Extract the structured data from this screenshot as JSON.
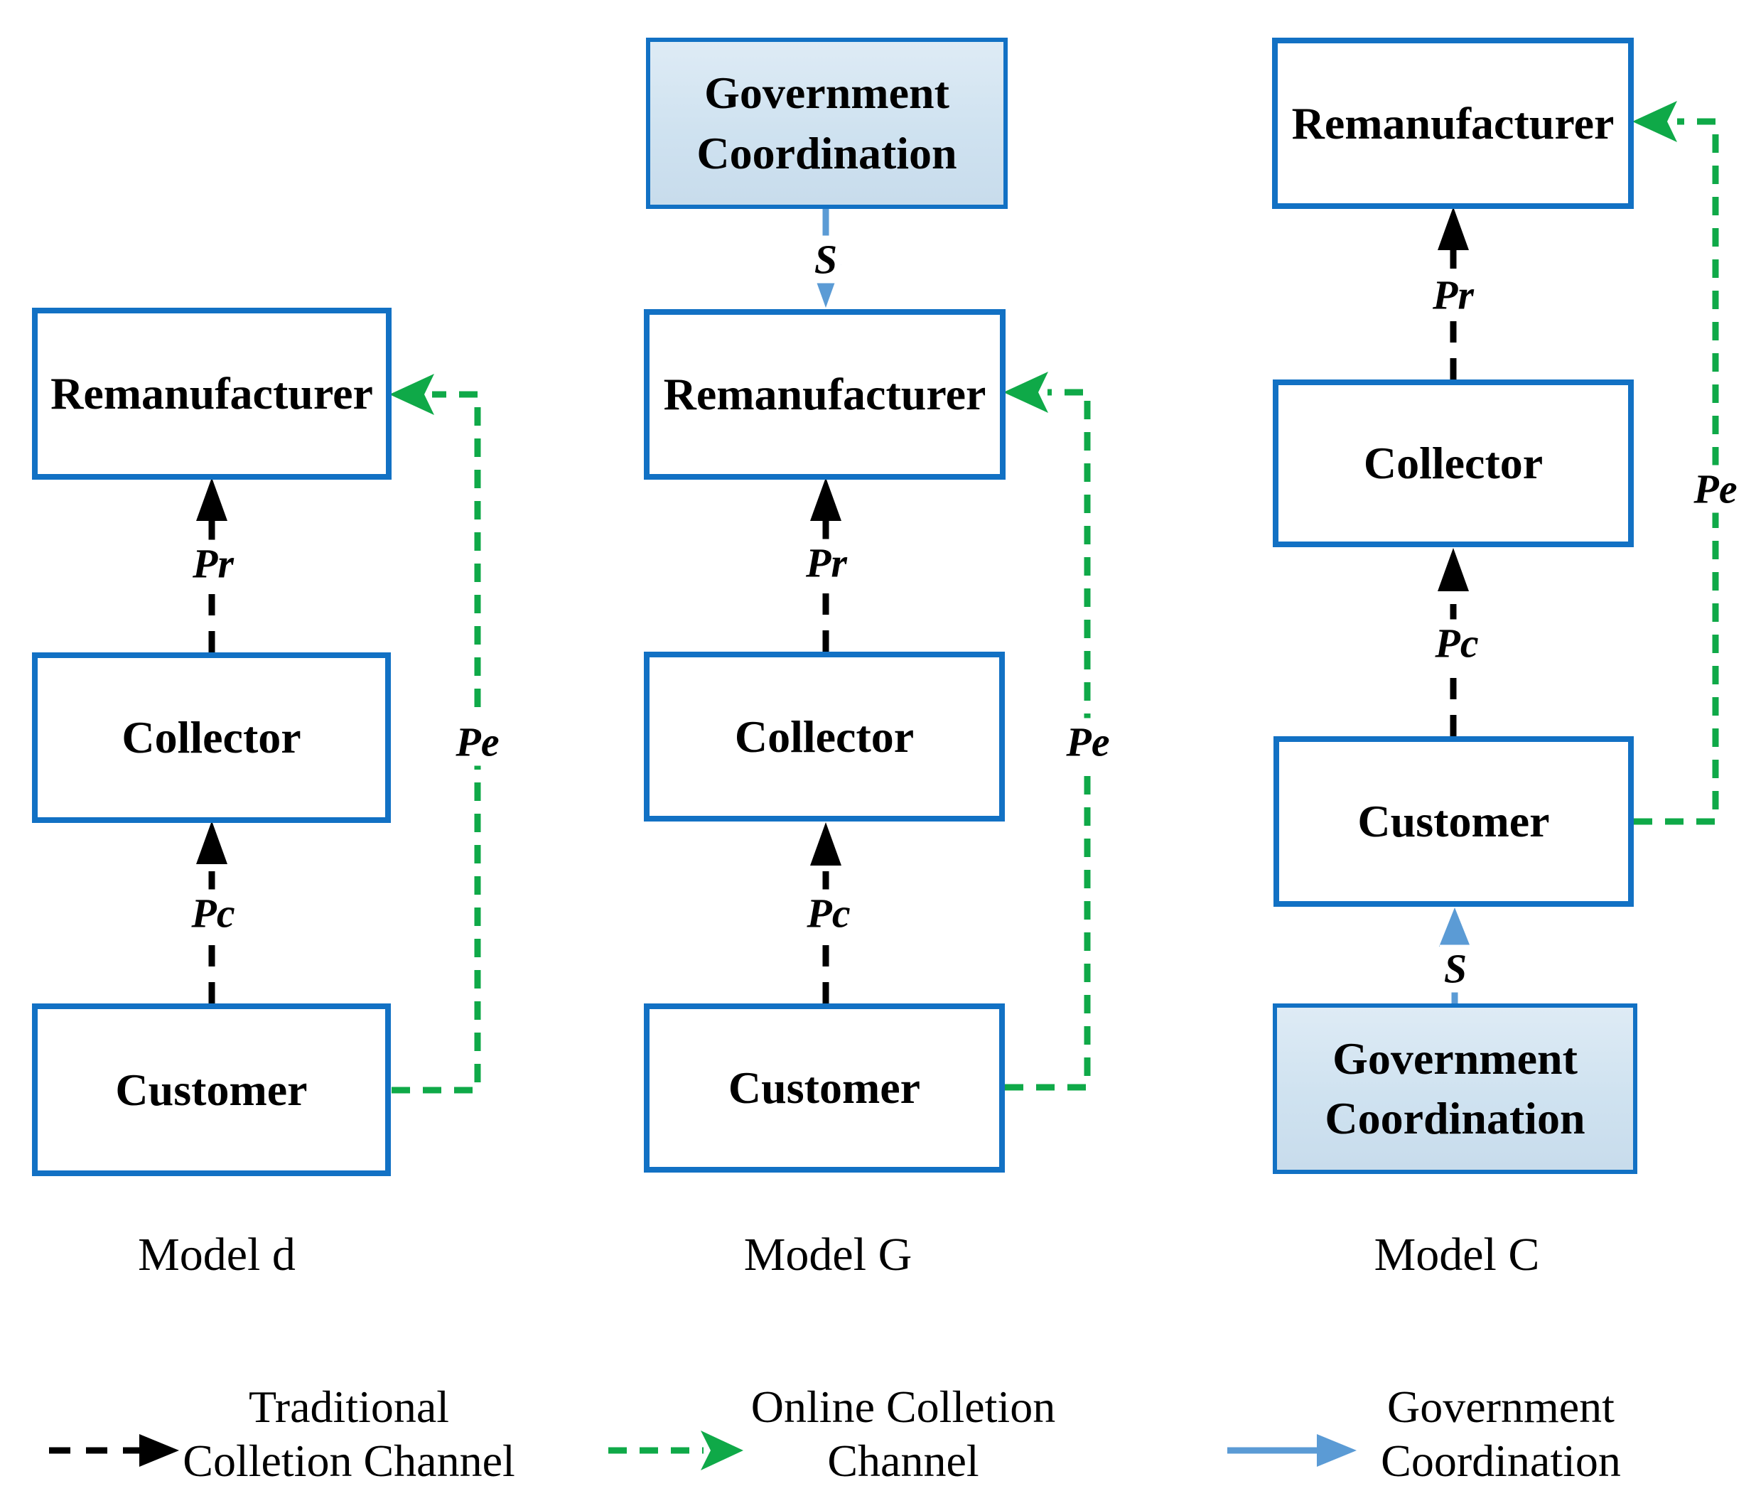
{
  "colors": {
    "box_border": "#1271C4",
    "traditional_channel": "#000000",
    "online_channel": "#0FA948",
    "government_coordination": "#5B9BD5",
    "government_box_fill_top": "#DEEBF5",
    "government_box_fill_bottom": "#C8DCEC"
  },
  "model_d": {
    "title": "Model d",
    "remanufacturer": "Remanufacturer",
    "collector": "Collector",
    "customer": "Customer",
    "label_pr": "Pr",
    "label_pc": "Pc",
    "label_pe": "Pe"
  },
  "model_g": {
    "title": "Model G",
    "government_line1": "Government",
    "government_line2": "Coordination",
    "remanufacturer": "Remanufacturer",
    "collector": "Collector",
    "customer": "Customer",
    "label_s": "S",
    "label_pr": "Pr",
    "label_pc": "Pc",
    "label_pe": "Pe"
  },
  "model_c": {
    "title": "Model C",
    "remanufacturer": "Remanufacturer",
    "collector": "Collector",
    "customer": "Customer",
    "government_line1": "Government",
    "government_line2": "Coordination",
    "label_pr": "Pr",
    "label_pc": "Pc",
    "label_s": "S",
    "label_pe": "Pe"
  },
  "legend": {
    "traditional_line1": "Traditional",
    "traditional_line2": "Colletion Channel",
    "online_line1": "Online Colletion",
    "online_line2": "Channel",
    "government_line1": "Government",
    "government_line2": "Coordination"
  }
}
